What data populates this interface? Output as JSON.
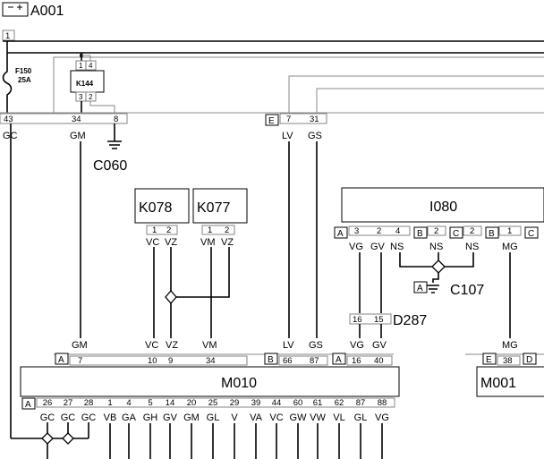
{
  "title": "A001",
  "fuse": {
    "ref": "F150",
    "rating": "25A"
  },
  "relay": {
    "ref": "K144",
    "pins_top": [
      "1",
      "4"
    ],
    "pins_bottom": [
      "3",
      "2"
    ]
  },
  "battery_connector_pin": "1",
  "top_connector": {
    "pins": [
      "43",
      "34",
      "8"
    ],
    "wires": [
      "GC",
      "GM"
    ]
  },
  "ground_c060": "C060",
  "right_connector": {
    "tag": "E",
    "pins": [
      "7",
      "31"
    ],
    "wires": [
      "LV",
      "GS"
    ]
  },
  "k078": {
    "ref": "K078",
    "pins": [
      "1",
      "2"
    ],
    "wires": [
      "VC",
      "VZ"
    ]
  },
  "k077": {
    "ref": "K077",
    "pins": [
      "1",
      "2"
    ],
    "wires": [
      "VM",
      "VZ"
    ]
  },
  "i080": {
    "ref": "I080",
    "groups": [
      {
        "tag": "A",
        "pins": [
          "3",
          "2",
          "4"
        ],
        "wires": [
          "VG",
          "GV",
          "NS"
        ]
      },
      {
        "tag": "B",
        "pins": [
          "2"
        ],
        "wires": [
          "NS"
        ]
      },
      {
        "tag": "C",
        "pins": [
          "2"
        ],
        "wires": [
          "NS"
        ]
      },
      {
        "tag": "B",
        "pins": [
          "1"
        ],
        "wires": [
          "MG"
        ]
      },
      {
        "tag": "C",
        "pins": [],
        "wires": []
      }
    ]
  },
  "ground_c107": {
    "tag": "A",
    "ref": "C107"
  },
  "d287": {
    "ref": "D287",
    "pins": [
      "16",
      "15"
    ],
    "wires": [
      "VG",
      "GV"
    ]
  },
  "m010": {
    "ref": "M010",
    "top_groups": [
      {
        "tag": "A",
        "pins": [
          "7"
        ],
        "wires": [
          "GM"
        ]
      },
      {
        "tag": "",
        "pins": [
          "10",
          "9",
          "34"
        ],
        "wires": [
          "VC",
          "VZ",
          "VM"
        ]
      },
      {
        "tag": "B",
        "pins": [
          "66",
          "87"
        ],
        "wires": [
          "LV",
          "GS"
        ]
      },
      {
        "tag": "A",
        "pins": [
          "16",
          "40"
        ],
        "wires": [
          "VG",
          "GV"
        ]
      }
    ],
    "bottom_tag": "A",
    "bottom_pins": [
      "26",
      "27",
      "28",
      "1",
      "4",
      "5",
      "14",
      "20",
      "25",
      "29",
      "39",
      "44",
      "60",
      "61",
      "62",
      "87",
      "88"
    ],
    "bottom_wires": [
      "GC",
      "GC",
      "GC",
      "VB",
      "GA",
      "GH",
      "GV",
      "GM",
      "GL",
      "V",
      "VA",
      "VC",
      "GW",
      "VW",
      "VL",
      "GL",
      "VG"
    ]
  },
  "m001": {
    "ref": "M001",
    "top_groups": [
      {
        "tag": "E",
        "pins": [
          "38"
        ],
        "wires": [
          "MG"
        ]
      },
      {
        "tag": "D",
        "pins": [],
        "wires": []
      }
    ]
  }
}
